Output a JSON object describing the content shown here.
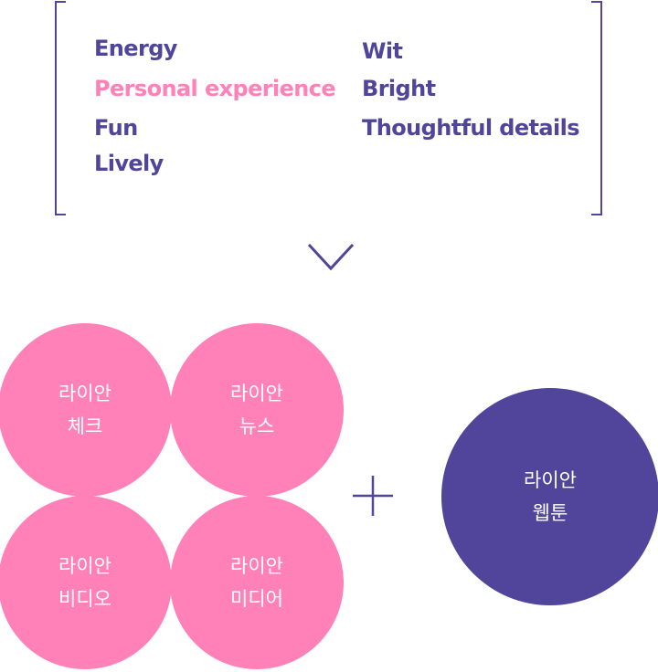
{
  "colors": {
    "accent_purple": "#50449b",
    "accent_pink": "#ff81b7",
    "circle_text": "#ffffff"
  },
  "keywords": {
    "left": [
      {
        "text": "Energy",
        "highlight": false
      },
      {
        "text": "Personal experience",
        "highlight": true
      },
      {
        "text": "Fun",
        "highlight": false
      },
      {
        "text": "Lively",
        "highlight": false
      }
    ],
    "right": [
      {
        "text": "Wit",
        "highlight": false
      },
      {
        "text": "Bright",
        "highlight": false
      },
      {
        "text": "Thoughtful details",
        "highlight": false
      }
    ]
  },
  "icons": {
    "arrow": "chevron-down-icon",
    "combine": "plus-icon"
  },
  "services": [
    {
      "line1": "라이안",
      "line2": "체크"
    },
    {
      "line1": "라이안",
      "line2": "뉴스"
    },
    {
      "line1": "라이안",
      "line2": "비디오"
    },
    {
      "line1": "라이안",
      "line2": "미디어"
    }
  ],
  "featured": {
    "line1": "라이안",
    "line2": "웹툰"
  }
}
